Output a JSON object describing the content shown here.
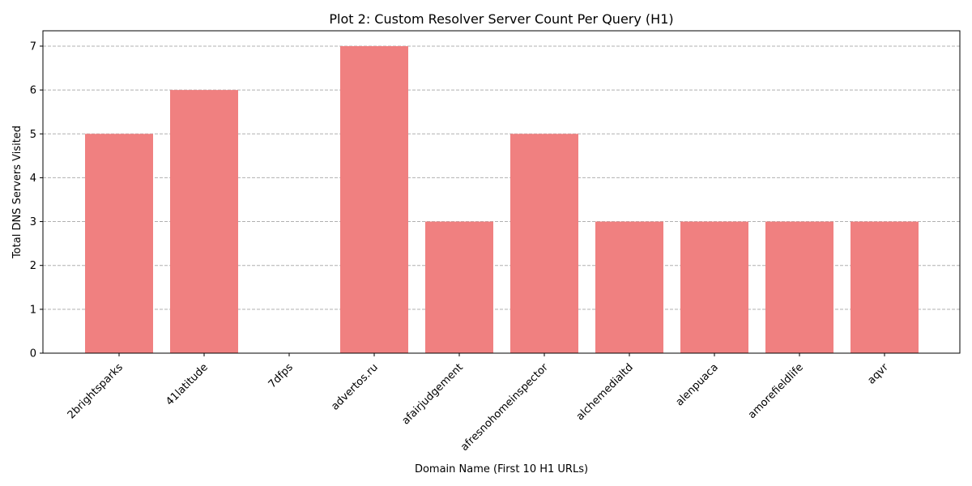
{
  "chart_data": {
    "type": "bar",
    "title": "Plot 2: Custom Resolver Server Count Per Query (H1)",
    "xlabel": "Domain Name (First 10 H1 URLs)",
    "ylabel": "Total DNS Servers Visited",
    "categories": [
      "2brightsparks",
      "41latitude",
      "7dfps",
      "advertos.ru",
      "afairjudgement",
      "afresnohomeinspector",
      "alchemedialtd",
      "alenpuaca",
      "amorefieldlife",
      "aqvr"
    ],
    "values": [
      5,
      6,
      0,
      7,
      3,
      5,
      3,
      3,
      3,
      3
    ],
    "ylim": [
      0,
      7.35
    ],
    "yticks": [
      "0",
      "1",
      "2",
      "3",
      "4",
      "5",
      "6",
      "7"
    ],
    "grid": "y-dashed",
    "bar_color": "#f08080"
  }
}
